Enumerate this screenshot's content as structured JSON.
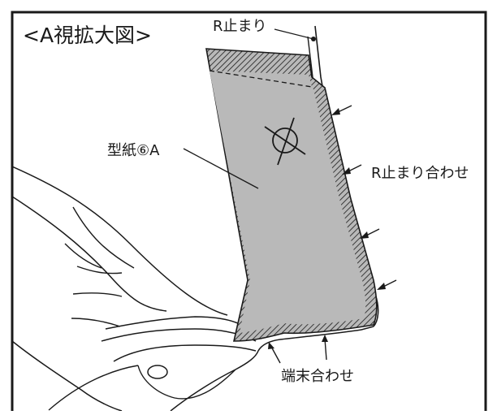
{
  "diagram": {
    "title": "<A視拡大図>",
    "labels": {
      "r_stop": "R止まり",
      "pattern": "型紙⑥A",
      "r_stop_align": "R止まり合わせ",
      "end_align": "端末合わせ"
    },
    "colors": {
      "pattern_fill": "#b9b9b9",
      "line": "#1a1a1a",
      "background": "#ffffff"
    },
    "icons": [
      "crosshair-icon",
      "arrow-icon"
    ]
  }
}
